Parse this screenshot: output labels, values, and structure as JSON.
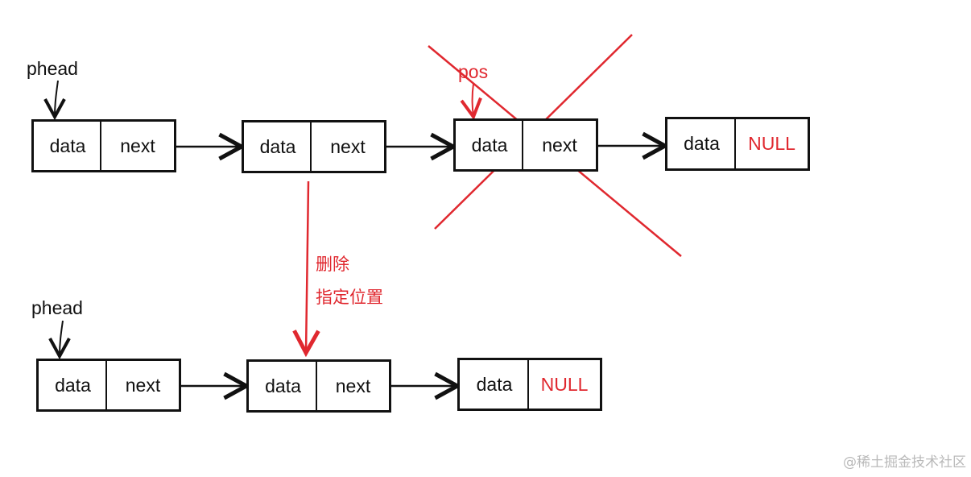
{
  "top_list": {
    "head_label": "phead",
    "pos_label": "pos",
    "nodes": [
      {
        "data": "data",
        "next": "next"
      },
      {
        "data": "data",
        "next": "next"
      },
      {
        "data": "data",
        "next": "next"
      },
      {
        "data": "data",
        "next": "NULL"
      }
    ]
  },
  "bottom_list": {
    "head_label": "phead",
    "nodes": [
      {
        "data": "data",
        "next": "next"
      },
      {
        "data": "data",
        "next": "next"
      },
      {
        "data": "data",
        "next": "NULL"
      }
    ]
  },
  "operation": {
    "line1": "删除",
    "line2": "指定位置"
  },
  "watermark": "@稀土掘金技术社区",
  "colors": {
    "ink": "#111111",
    "accent_red": "#e0282f"
  }
}
